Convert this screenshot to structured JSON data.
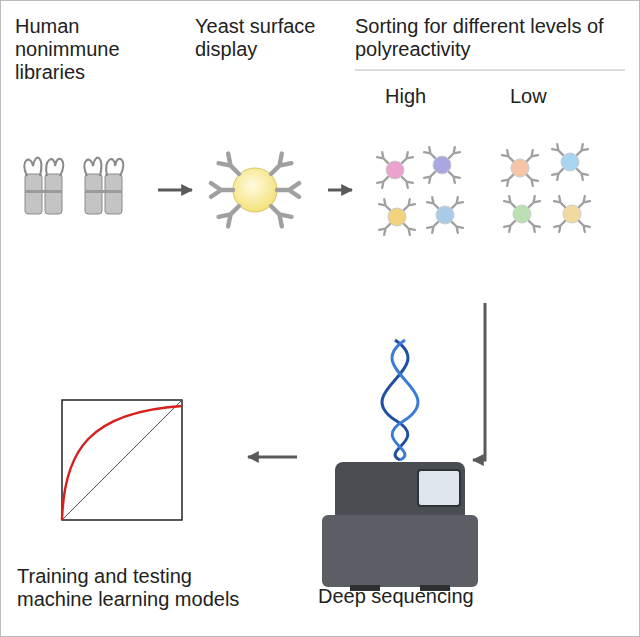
{
  "diagram": {
    "nodes": [
      {
        "text": [
          "Human nonimmune libraries"
        ]
      },
      {
        "text": [
          "Yeast surface display"
        ]
      },
      {
        "text": [
          "Sorting for different levels of polyreactivity",
          "High",
          "Low"
        ]
      },
      {
        "text": [
          "Deep sequencing"
        ]
      },
      {
        "text": [
          "Training and testing machine learning models"
        ]
      }
    ],
    "edges": [
      {
        "from": 0,
        "to": 1,
        "arrow": "to"
      },
      {
        "from": 1,
        "to": 2,
        "arrow": "to"
      },
      {
        "from": 2,
        "to": 3,
        "arrow": "to"
      },
      {
        "from": 3,
        "to": 4,
        "arrow": "to"
      }
    ]
  }
}
